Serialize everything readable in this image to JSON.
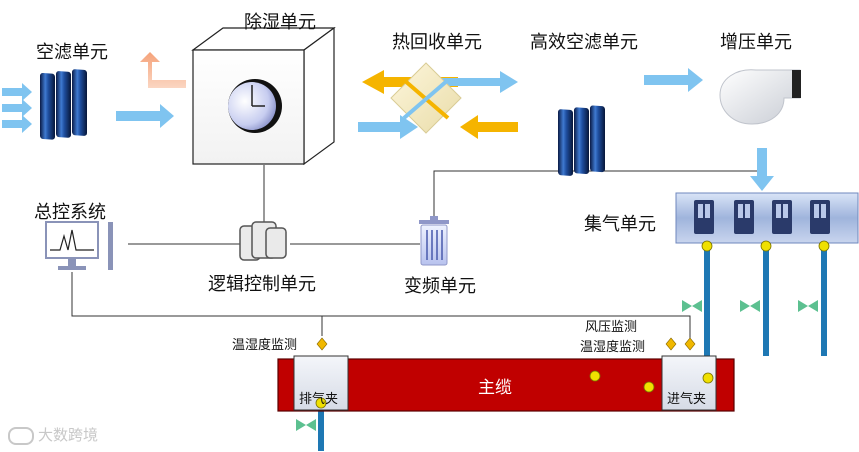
{
  "labels": {
    "air_filter": "空滤单元",
    "dehumidify": "除湿单元",
    "heat_recovery": "热回收单元",
    "hepa_filter": "高效空滤单元",
    "booster": "增压单元",
    "control_system": "总控系统",
    "logic_control": "逻辑控制单元",
    "vfd": "变频单元",
    "manifold": "集气单元",
    "temp_humidity_left": "温湿度监测",
    "wind_pressure": "风压监测",
    "temp_humidity_right": "温湿度监测",
    "main_cable": "主缆",
    "exhaust_clamp": "排气夹",
    "intake_clamp": "进气夹"
  },
  "watermark": "大数跨境",
  "colors": {
    "flow_arrow": "#7fc4f0",
    "heat_arrow": "#f5b400",
    "cable_red": "#c00000",
    "sensor_yellow": "#f0e000",
    "pipe_blue": "#1e78b4",
    "valve_green": "#5cc090"
  }
}
